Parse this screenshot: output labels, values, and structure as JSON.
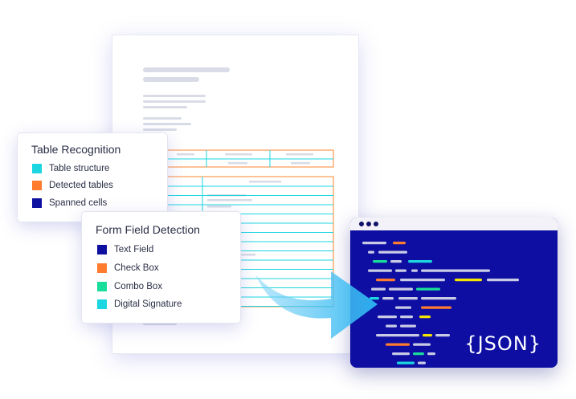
{
  "table_recognition": {
    "title": "Table Recognition",
    "items": [
      {
        "label": "Table structure",
        "color": "#1bd6e0"
      },
      {
        "label": "Detected tables",
        "color": "#ff7b2e"
      },
      {
        "label": "Spanned cells",
        "color": "#0e10a0"
      }
    ]
  },
  "form_field_detection": {
    "title": "Form Field Detection",
    "items": [
      {
        "label": "Text Field",
        "color": "#0e10a0"
      },
      {
        "label": "Check Box",
        "color": "#ff7b2e"
      },
      {
        "label": "Combo Box",
        "color": "#19dd9a"
      },
      {
        "label": "Digital Signature",
        "color": "#1bd6e0"
      }
    ]
  },
  "json_panel": {
    "label": "{JSON}"
  },
  "colors": {
    "panel": "#0e0fa2",
    "cyan": "#1bd6e0",
    "orange": "#ff7b2e",
    "green": "#19dd9a",
    "yellow": "#f2e600",
    "navy": "#0e10a0"
  }
}
